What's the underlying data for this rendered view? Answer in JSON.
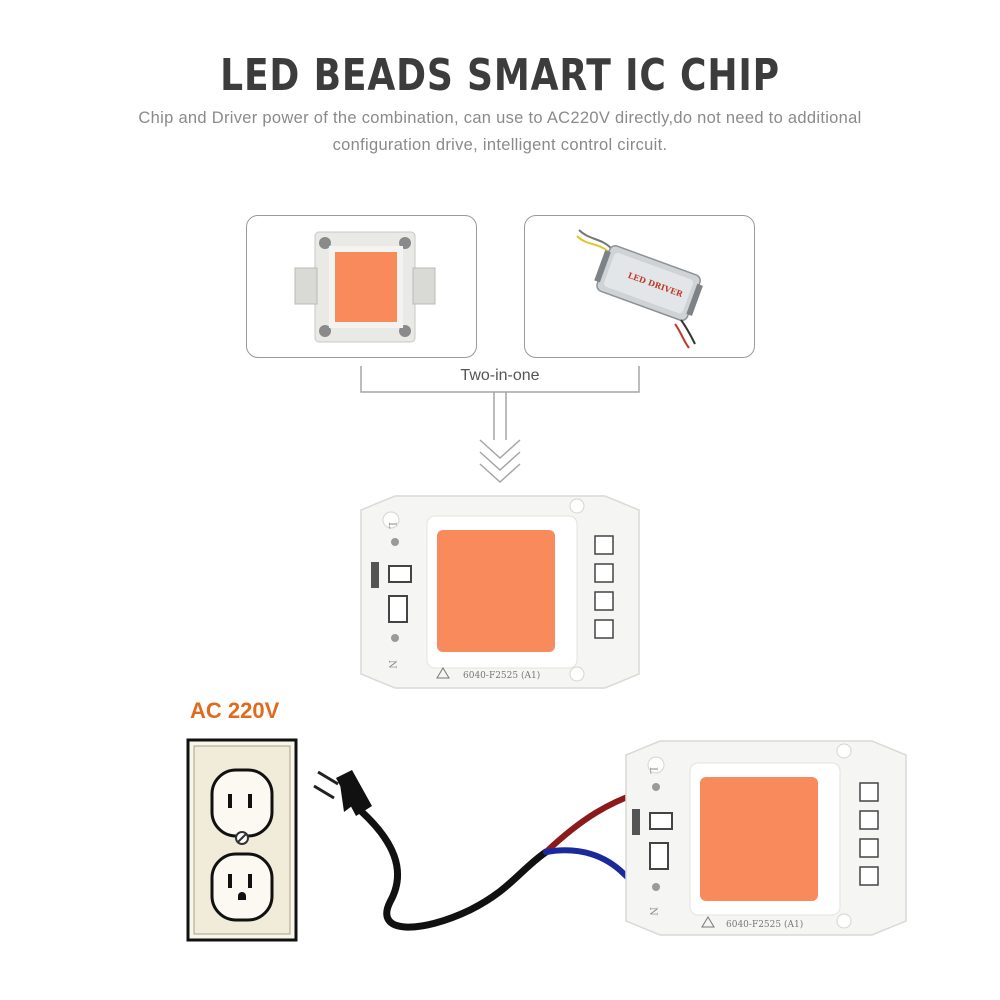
{
  "header": {
    "title": "LED BEADS SMART IC CHIP",
    "subtitle_line1": "Chip and Driver power of the combination, can use to AC220V directly,do not need to additional",
    "subtitle_line2": "configuration drive, intelligent control circuit."
  },
  "diagram": {
    "merge_label": "Two-in-one",
    "driver_label": "LED DRIVER",
    "chip_marking": "6040-F2525  (A1)",
    "pin_l": "L",
    "pin_n": "N",
    "power_label": "AC 220V"
  },
  "colors": {
    "led_orange": "#f98a5c",
    "accent_orange": "#e06a1e",
    "wire_red": "#8b1a1a",
    "wire_blue": "#1a2a9c",
    "cord_black": "#111111"
  }
}
